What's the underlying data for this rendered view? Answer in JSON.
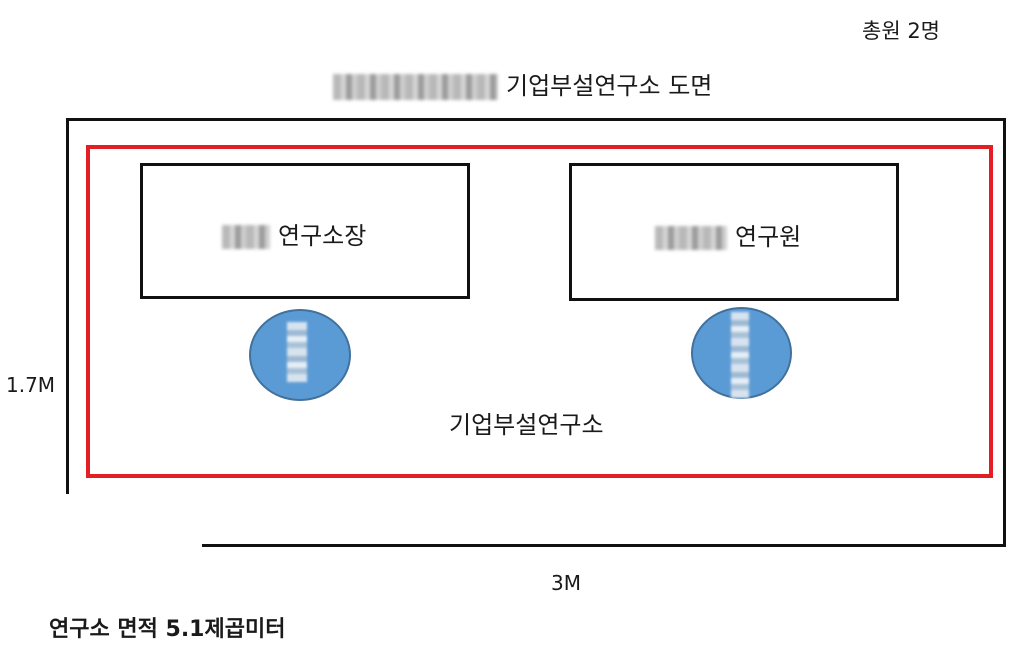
{
  "header": {
    "headcount": "총원 2명",
    "title": "기업부설연구소 도면"
  },
  "plan": {
    "lab_label": "기업부설연구소",
    "rooms": [
      {
        "label": "연구소장"
      },
      {
        "label": "연구원"
      }
    ],
    "height_label": "1.7M",
    "width_label": "3M"
  },
  "footer": {
    "area": "연구소 면적 5.1제곱미터"
  },
  "colors": {
    "lab_border": "#e31e24",
    "seat": "#5b9bd5",
    "outline": "#111111"
  }
}
